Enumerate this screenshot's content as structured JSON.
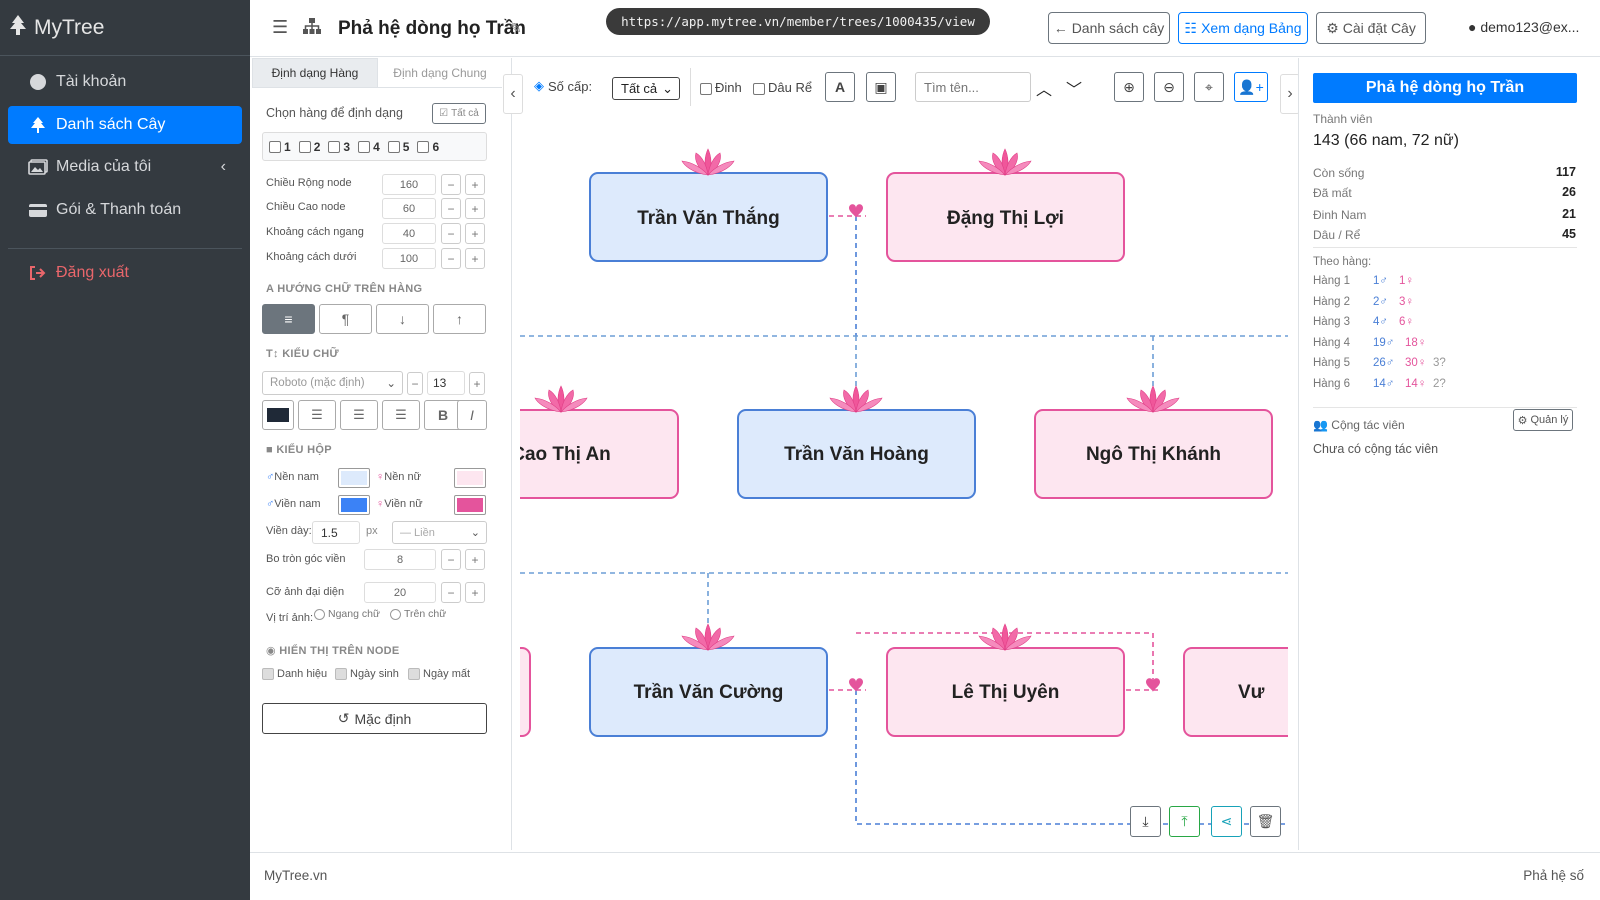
{
  "url": "https://app.mytree.vn/member/trees/1000435/view",
  "brand": "MyTree",
  "nav": {
    "account": "Tài khoản",
    "trees": "Danh sách Cây",
    "media": "Media của tôi",
    "billing": "Gói & Thanh toán",
    "logout": "Đăng xuất"
  },
  "header": {
    "title": "Phả hệ dòng họ Trần",
    "btn_tree_list": "Danh sách cây",
    "btn_view_table": "Xem dạng Bảng",
    "btn_settings": "Cài đặt Cây",
    "user": "demo123@ex..."
  },
  "format": {
    "tab_row": "Định dạng Hàng",
    "tab_general": "Định dạng Chung",
    "choose_rows": "Chọn hàng để định dạng",
    "select_all": "Tất cả",
    "rows": [
      "1",
      "2",
      "3",
      "4",
      "5",
      "6"
    ],
    "node_width_label": "Chiều Rộng node",
    "node_width": "160",
    "node_height_label": "Chiều Cao node",
    "node_height": "60",
    "h_gap_label": "Khoảng cách ngang",
    "h_gap": "40",
    "v_gap_label": "Khoảng cách dưới",
    "v_gap": "100",
    "text_dir_title": "HƯỚNG CHỮ TRÊN HÀNG",
    "font_title": "KIỂU CHỮ",
    "font_family": "Roboto (mặc định)",
    "font_size": "13",
    "bold": "B",
    "italic": "I",
    "box_title": "KIỂU HỘP",
    "bg_male": "Nền nam",
    "bg_female": "Nền nữ",
    "border_male": "Viền nam",
    "border_female": "Viền nữ",
    "border_width_label": "Viền dày:",
    "border_width": "1.5",
    "px": "px",
    "border_style": "— Liền",
    "radius_label": "Bo tròn góc viền",
    "radius": "8",
    "avatar_size_label": "Cỡ ảnh đại diện",
    "avatar_size": "20",
    "avatar_pos_label": "Vị trí ảnh:",
    "avatar_pos_h": "Ngang chữ",
    "avatar_pos_v": "Trên chữ",
    "display_title": "HIỂN THỊ TRÊN NODE",
    "show_title": "Danh hiệu",
    "show_birth": "Ngày sinh",
    "show_death": "Ngày mất",
    "reset": "Mặc định",
    "colors": {
      "male_bg": "#ddeafc",
      "female_bg": "#fde6f0",
      "male_border": "#3b82f6",
      "female_border": "#e4549c"
    }
  },
  "toolbar": {
    "levels_label": "Số cấp:",
    "levels_value": "Tất cả",
    "dinh": "Đinh",
    "dau_re": "Dâu Rể",
    "search_placeholder": "Tìm tên..."
  },
  "tree": {
    "nodes": [
      {
        "name": "Trần Văn Thắng",
        "gender": "male"
      },
      {
        "name": "Đặng Thị Lợi",
        "gender": "female"
      },
      {
        "name": "Cao Thị An",
        "gender": "female"
      },
      {
        "name": "Trần Văn Hoàng",
        "gender": "male"
      },
      {
        "name": "Ngô Thị Khánh",
        "gender": "female"
      },
      {
        "name": "Trần Văn Cường",
        "gender": "male"
      },
      {
        "name": "Lê Thị Uyên",
        "gender": "female"
      },
      {
        "name": "Vư",
        "gender": "female"
      }
    ]
  },
  "info": {
    "title": "Phả hệ dòng họ Trần",
    "members_label": "Thành viên",
    "members": "143 (66 nam, 72 nữ)",
    "alive_label": "Còn sống",
    "alive": "117",
    "dead_label": "Đã mất",
    "dead": "26",
    "dinh_label": "Đinh Nam",
    "dinh": "21",
    "dau_re_label": "Dâu / Rể",
    "dau_re": "45",
    "by_gen_label": "Theo hàng:",
    "generations": [
      {
        "label": "Hàng 1",
        "male": "1♂",
        "female": "1♀",
        "unknown": ""
      },
      {
        "label": "Hàng 2",
        "male": "2♂",
        "female": "3♀",
        "unknown": ""
      },
      {
        "label": "Hàng 3",
        "male": "4♂",
        "female": "6♀",
        "unknown": ""
      },
      {
        "label": "Hàng 4",
        "male": "19♂",
        "female": "18♀",
        "unknown": ""
      },
      {
        "label": "Hàng 5",
        "male": "26♂",
        "female": "30♀",
        "unknown": "3?"
      },
      {
        "label": "Hàng 6",
        "male": "14♂",
        "female": "14♀",
        "unknown": "2?"
      }
    ],
    "collab_label": "Cộng tác viên",
    "manage": "Quản lý",
    "no_collab": "Chưa có cộng tác viên"
  },
  "footer": {
    "left": "MyTree.vn",
    "right": "Phả hệ số"
  }
}
